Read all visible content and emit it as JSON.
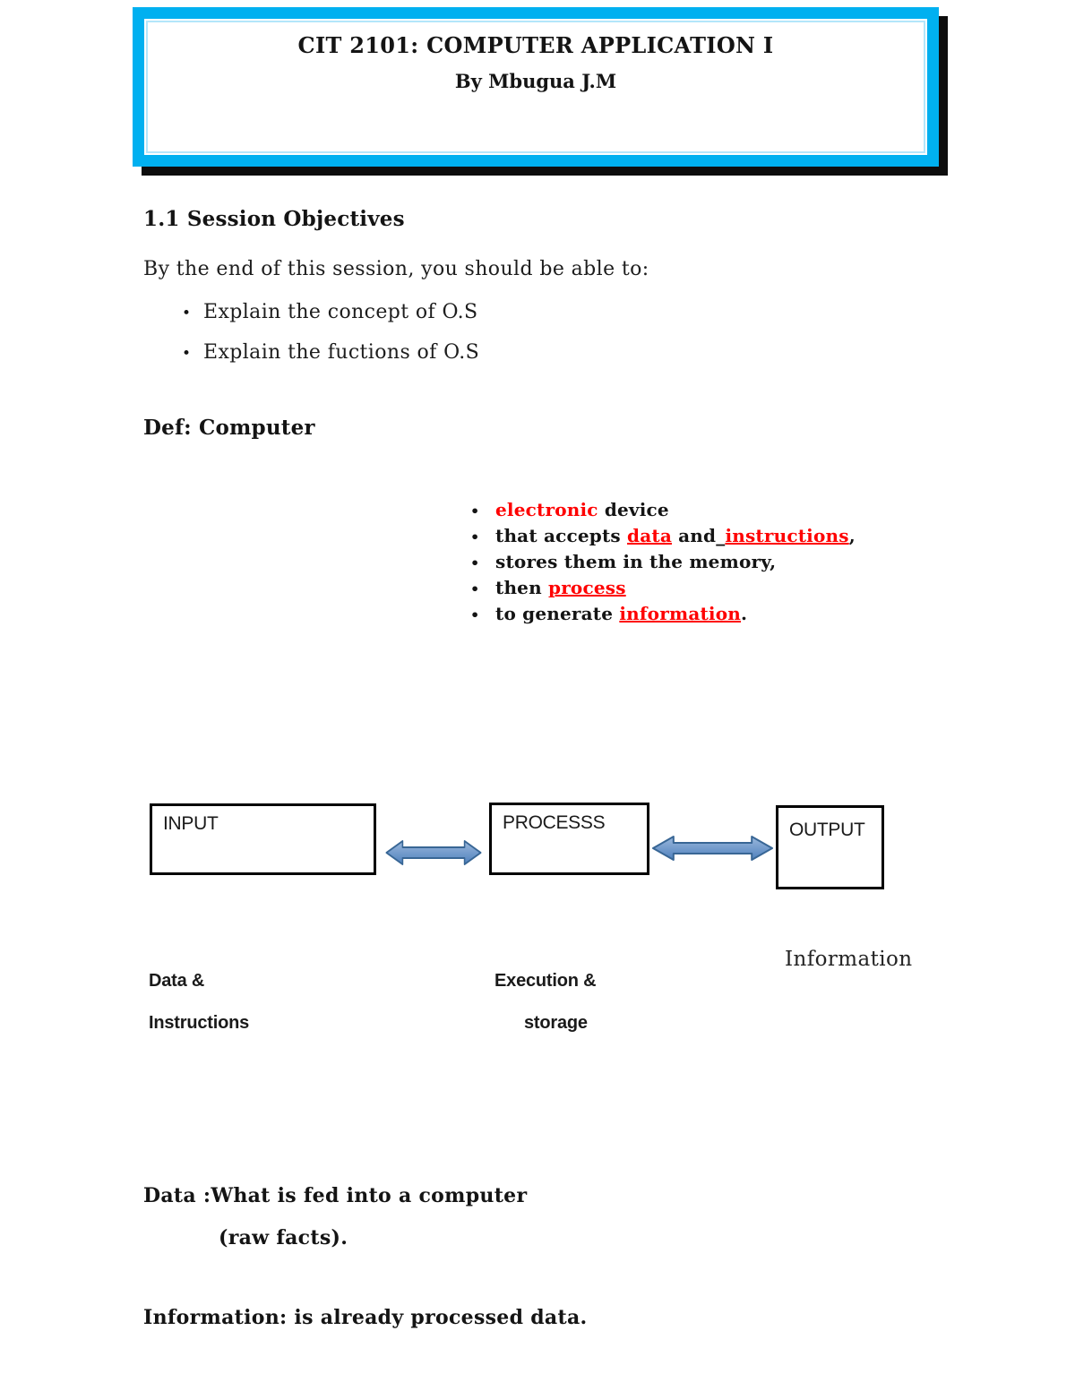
{
  "header": {
    "title": "CIT 2101: COMPUTER APPLICATION I",
    "byline": "By Mbugua J.M",
    "border_color": "#00b0f0",
    "shadow_color": "#0d0d0d"
  },
  "objectives": {
    "heading": "1.1 Session Objectives",
    "intro": "By the end of this session, you should be able to:",
    "bullet_glyph": "•",
    "items": [
      "Explain the concept of O.S",
      "Explain the fuctions of O.S"
    ]
  },
  "definition": {
    "heading": "Def: Computer",
    "accent_color": "#fe0000",
    "bullet_glyph": "•",
    "b1_red": "electronic",
    "b1_black": " device",
    "b2_black1": "that accepts ",
    "b2_red1": "data",
    "b2_black2": " and",
    "b2_underscore": "_",
    "b2_red2": "instructions",
    "b2_black3": ",",
    "b3_black": "stores them in the memory,",
    "b4_black": "then ",
    "b4_red": "process",
    "b5_black1": "to generate ",
    "b5_red": "information",
    "b5_black2": "."
  },
  "diagram": {
    "input_label": "INPUT",
    "process_label": "PROCESSS",
    "output_label": "OUTPUT",
    "arrow_fill_light": "#9ab7dc",
    "arrow_fill": "#4f81bd",
    "arrow_stroke": "#386695",
    "caption_information": "Information",
    "caption_input_line1": "Data &",
    "caption_input_line2": "Instructions",
    "caption_process_line1": "Execution &",
    "caption_process_line2": "storage"
  },
  "notes": {
    "data_line1": "Data :What is fed into a computer",
    "data_line2": "(raw facts).",
    "info_line": "Information: is already processed data."
  }
}
